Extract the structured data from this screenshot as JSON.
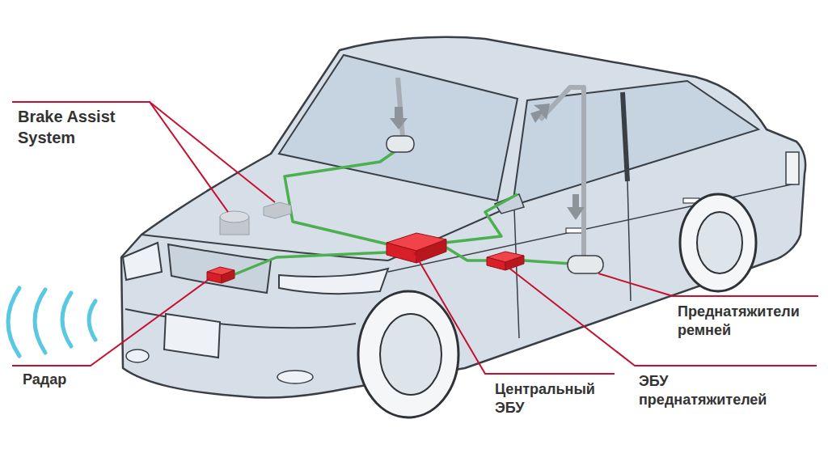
{
  "diagram": {
    "labels": [
      "Brake Assist System",
      "Радар",
      "Центральный ЭБУ",
      "ЭБУ преднатяжителей",
      "Преднатяжители ремней"
    ]
  }
}
